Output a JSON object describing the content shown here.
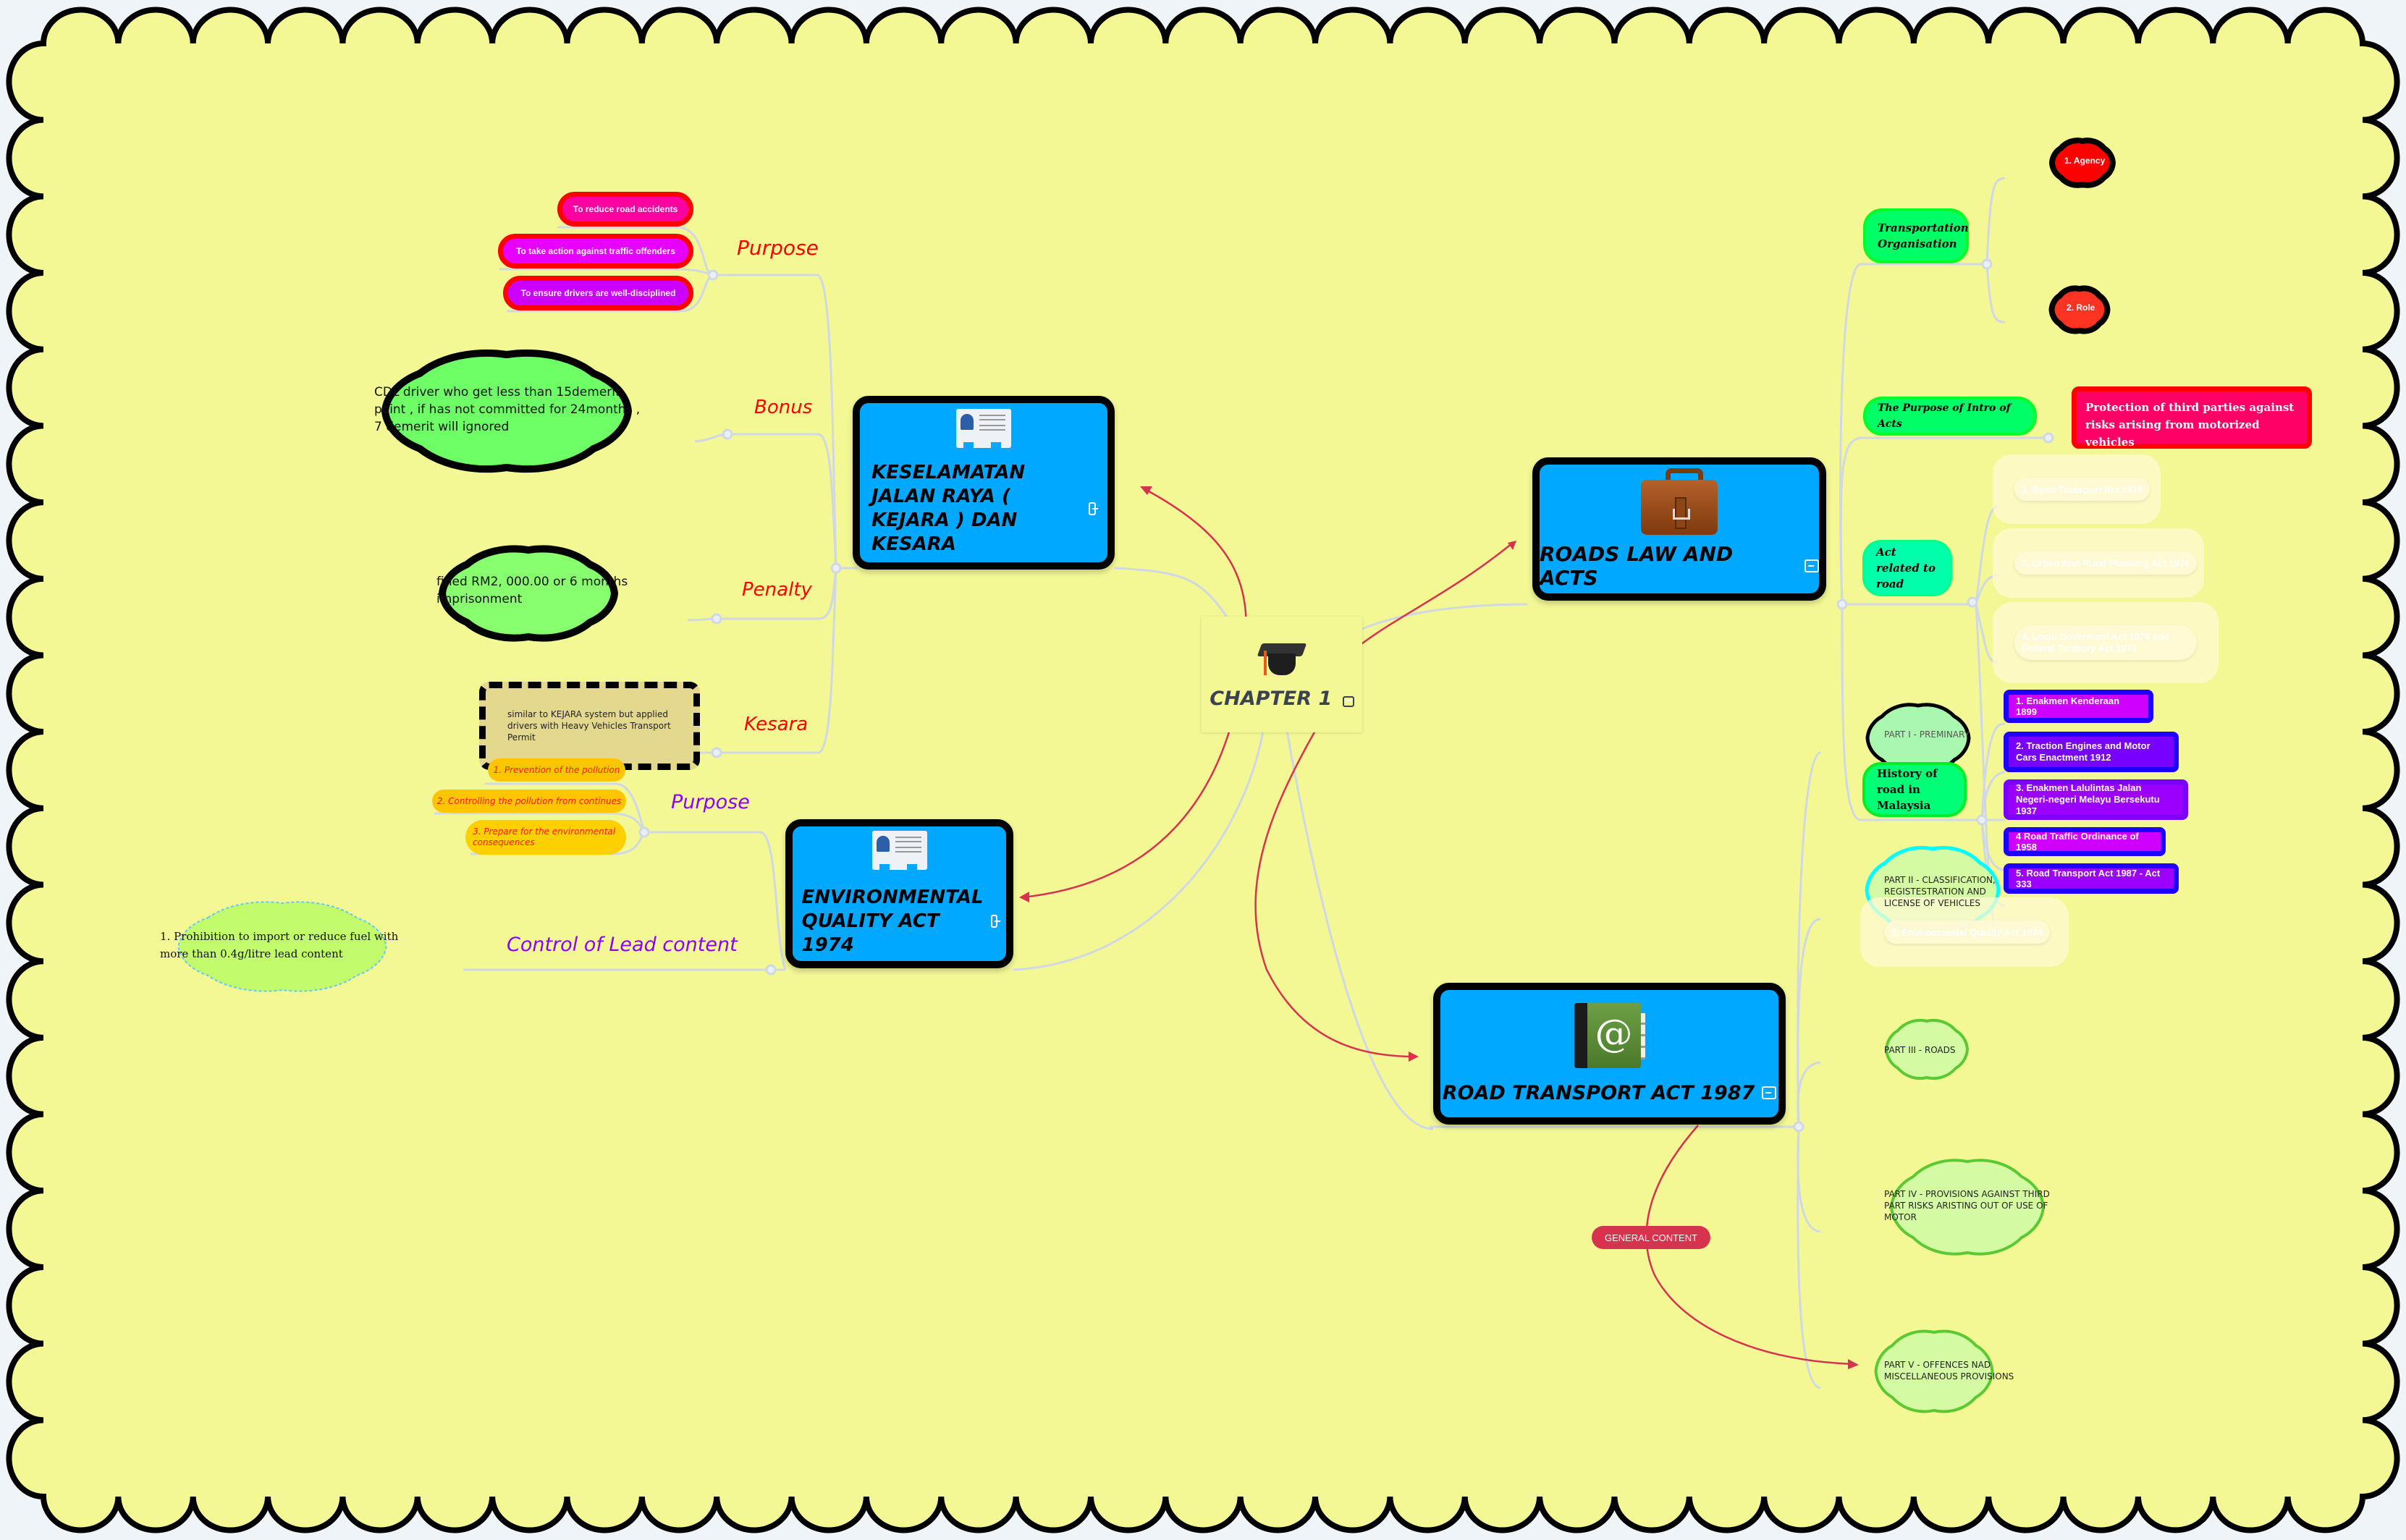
{
  "central": {
    "title": "CHAPTER 1",
    "icon": "graduation-cap-icon"
  },
  "branches": {
    "kejara": {
      "title": "KESELAMATAN JALAN RAYA ( KEJARA ) DAN KESARA",
      "icon": "id-card-icon",
      "purpose": {
        "label": "Purpose",
        "items": [
          "To reduce road accidents",
          "To take action against traffic offenders",
          "To ensure drivers are well-disciplined"
        ]
      },
      "bonus": {
        "label": "Bonus",
        "text": "CDL driver who get less than 15demerit point , if has not committed for 24months , 7 demerit will ignored"
      },
      "penalty": {
        "label": "Penalty",
        "text": "fined RM2, 000.00 or 6 months imprisonment"
      },
      "kesara": {
        "label": "Kesara",
        "text": "similar to KEJARA system but applied drivers with Heavy Vehicles Transport Permit"
      }
    },
    "eqa": {
      "title": "ENVIRONMENTAL QUALITY ACT 1974",
      "icon": "id-card-icon",
      "purpose": {
        "label": "Purpose",
        "items": [
          "1. Prevention of the pollution",
          "2. Controlling the pollution from continues",
          "3. Prepare for the environmental consequences"
        ]
      },
      "lead": {
        "label": "Control of Lead content",
        "text": "1. Prohibition to import or reduce fuel with more than 0.4g/litre lead content"
      }
    },
    "roads_law": {
      "title": "ROADS LAW AND ACTS",
      "icon": "briefcase-icon",
      "transport_org": {
        "label": "Transportation Organisation",
        "items": [
          "1. Agency",
          "2. Role"
        ]
      },
      "purpose_intro": {
        "label": "The Purpose of Intro of Acts",
        "text": "Protection of third parties against risks arising from motorized vehicles"
      },
      "act_related": {
        "label": "Act related to road",
        "items": [
          "1. Road Transport Act 1976",
          "3. Urban And Rural Planning Act 1976",
          "4. Local Goverment Act 1976 and Federal Territory Act 1973",
          "2. Environmental Quality Act 1974"
        ]
      },
      "history": {
        "label": "History of road in Malaysia",
        "items": [
          "1. Enakmen Kenderaan 1899",
          "2. Traction Engines and Motor Cars Enactment 1912",
          "3. Enakmen Lalulintas Jalan Negeri-negeri Melayu Bersekutu 1937",
          "4 Road Traffic Ordinance of 1958",
          "5. Road Transport Act 1987 - Act 333"
        ]
      }
    },
    "rta": {
      "title": "ROAD TRANSPORT ACT 1987",
      "icon": "address-book-icon",
      "relation_label": "GENERAL CONTENT",
      "parts": [
        "PART  I - PREMINARY",
        "PART  II -  CLASSIFICATION, REGISTESTRATION AND LICENSE OF VEHICLES",
        "PART  III - ROADS",
        "PART  IV - PROVISIONS AGAINST THIRD PART RISKS ARISTING OUT OF USE OF MOTOR",
        "PART  V - OFFENCES NAD MISCELLANEOUS PROVISIONS"
      ]
    }
  },
  "colors": {
    "canvas_bg": "#f3f895",
    "page_bg": "#eff4f8",
    "main_node": "#00a8ff",
    "connector": "#cfd8e3",
    "relation": "#d6334f"
  }
}
